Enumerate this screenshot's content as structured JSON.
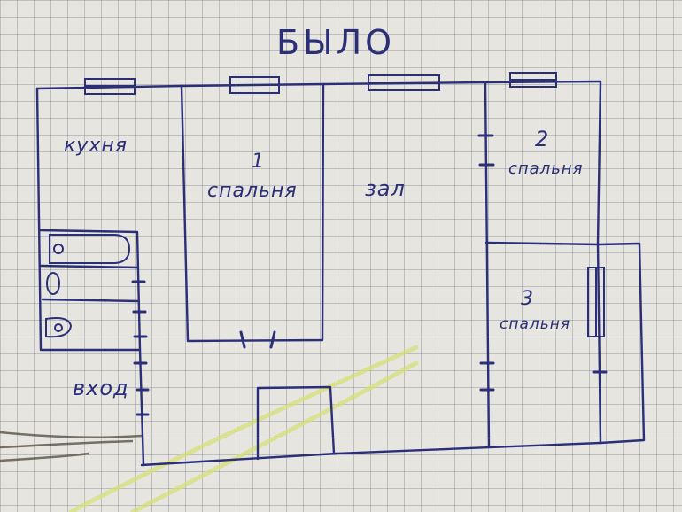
{
  "title": "БЫЛО",
  "rooms": {
    "kitchen": "кухня",
    "bedroom1_number": "1",
    "bedroom1": "спальня",
    "hall": "зал",
    "bedroom2_number": "2",
    "bedroom2": "спальня",
    "bedroom3_number": "3",
    "bedroom3": "спальня",
    "entrance": "вход"
  },
  "colors": {
    "ink": "#2a2f78",
    "paper": "#e7e5e0",
    "grid": "#8a93a6",
    "highlighter": "#d6e07a"
  }
}
